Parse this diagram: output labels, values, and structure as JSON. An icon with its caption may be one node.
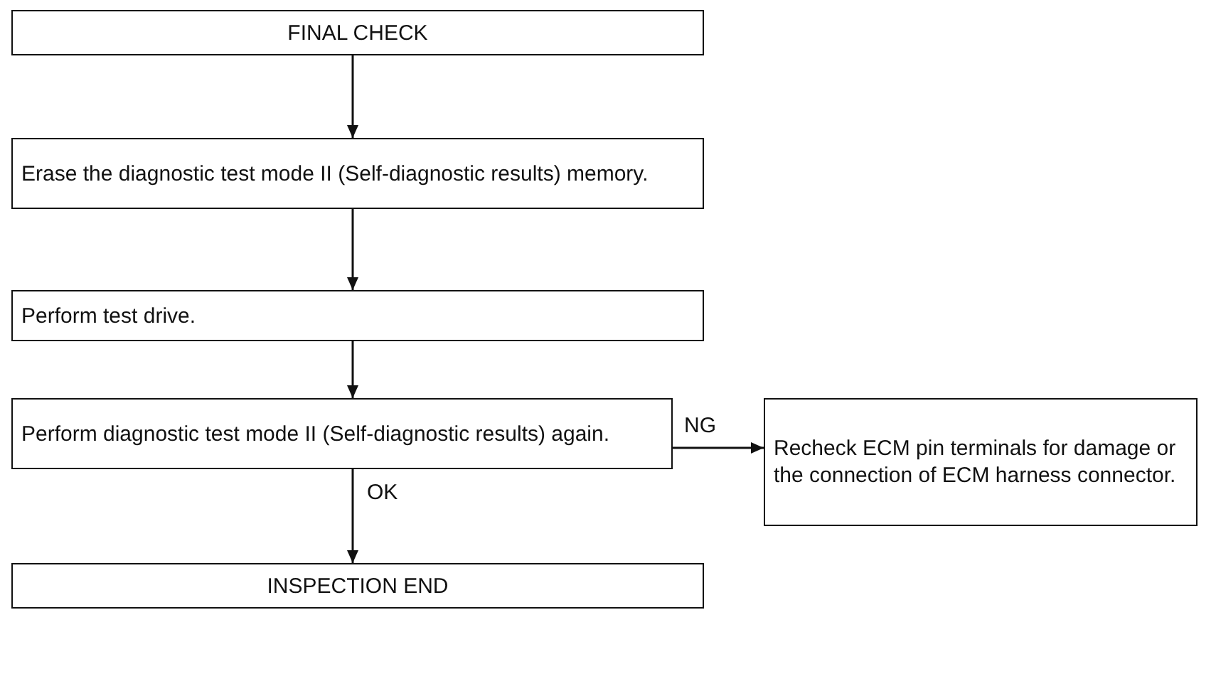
{
  "diagram": {
    "nodes": [
      {
        "text": [
          "FINAL CHECK"
        ]
      },
      {
        "text": [
          "Erase the diagnostic test mode II (Self-diagnostic results) memory."
        ]
      },
      {
        "text": [
          "Perform test drive."
        ]
      },
      {
        "text": [
          "Perform diagnostic test mode II (Self-diagnostic results) again."
        ]
      },
      {
        "text": [
          "INSPECTION END"
        ]
      },
      {
        "text": [
          "Recheck ECM pin terminals for damage or the connection of ECM harness connector."
        ]
      }
    ],
    "edges": [
      {
        "from": 0,
        "to": 1,
        "arrow": "to"
      },
      {
        "from": 1,
        "to": 2,
        "arrow": "to"
      },
      {
        "from": 2,
        "to": 3,
        "arrow": "to"
      },
      {
        "from": 3,
        "to": 4,
        "arrow": "to",
        "label": "OK"
      },
      {
        "from": 3,
        "to": 5,
        "arrow": "to",
        "label": "NG"
      }
    ]
  }
}
